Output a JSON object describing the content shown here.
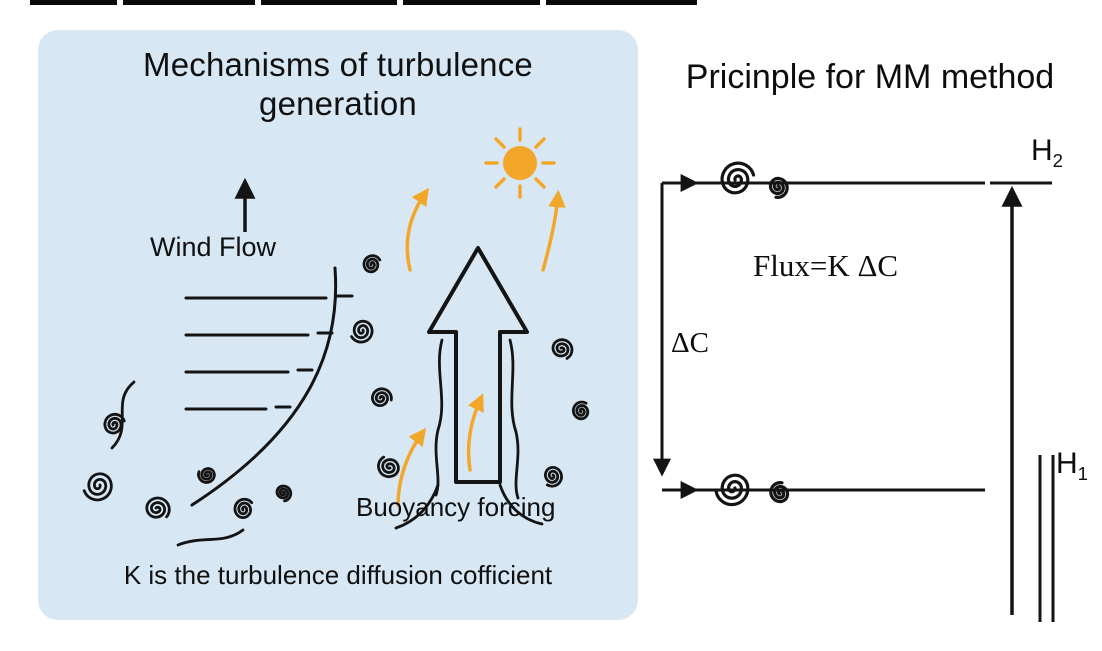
{
  "left_panel": {
    "title_line1": "Mechanisms of turbulence",
    "title_line2": "generation",
    "wind_flow_label": "Wind Flow",
    "buoyancy_label": "Buoyancy forcing",
    "caption": "K is the turbulence diffusion cofficient"
  },
  "right_panel": {
    "title": "Pricinple for MM method",
    "flux_equation": "Flux=K ΔC",
    "delta_c": "ΔC",
    "h2_base": "H",
    "h2_sub": "2",
    "h1_base": "H",
    "h1_sub": "1"
  },
  "colors": {
    "panel_bg": "#d7e8f4",
    "ink": "#141414",
    "accent_orange": "#f2a72b"
  }
}
